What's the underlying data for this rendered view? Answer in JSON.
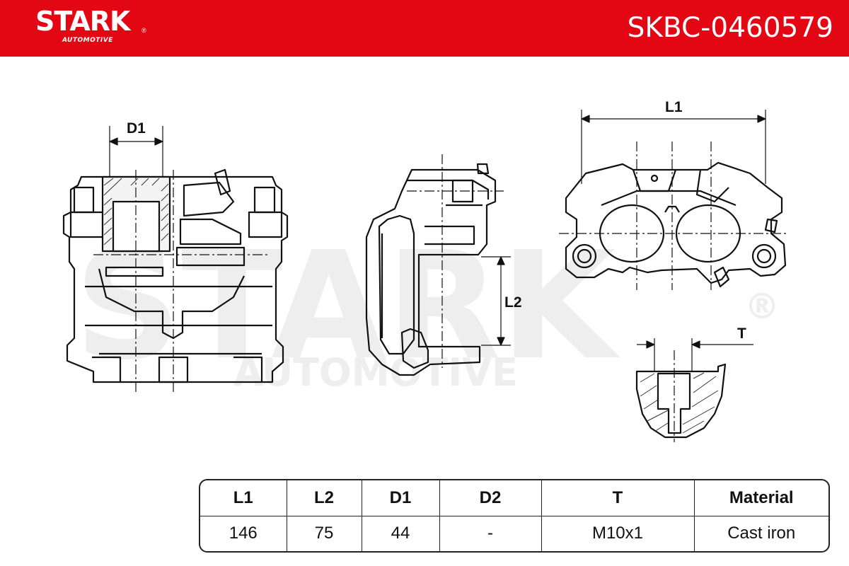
{
  "brand": {
    "name": "STARK",
    "registered_mark": "®",
    "subtitle": "AUTOMOTIVE"
  },
  "part_number": "SKBC-0460579",
  "colors": {
    "header_red": "#e30613",
    "line_black": "#111111",
    "watermark_grey": "#eeeeee"
  },
  "watermark": {
    "main": "STARK",
    "sub": "AUTOMOTIVE",
    "registered_mark": "®"
  },
  "dimension_labels": {
    "d1": "D1",
    "l1": "L1",
    "l2": "L2",
    "t": "T"
  },
  "spec_table": {
    "headers": [
      "L1",
      "L2",
      "D1",
      "D2",
      "T",
      "Material"
    ],
    "values": [
      "146",
      "75",
      "44",
      "-",
      "M10x1",
      "Cast iron"
    ]
  }
}
